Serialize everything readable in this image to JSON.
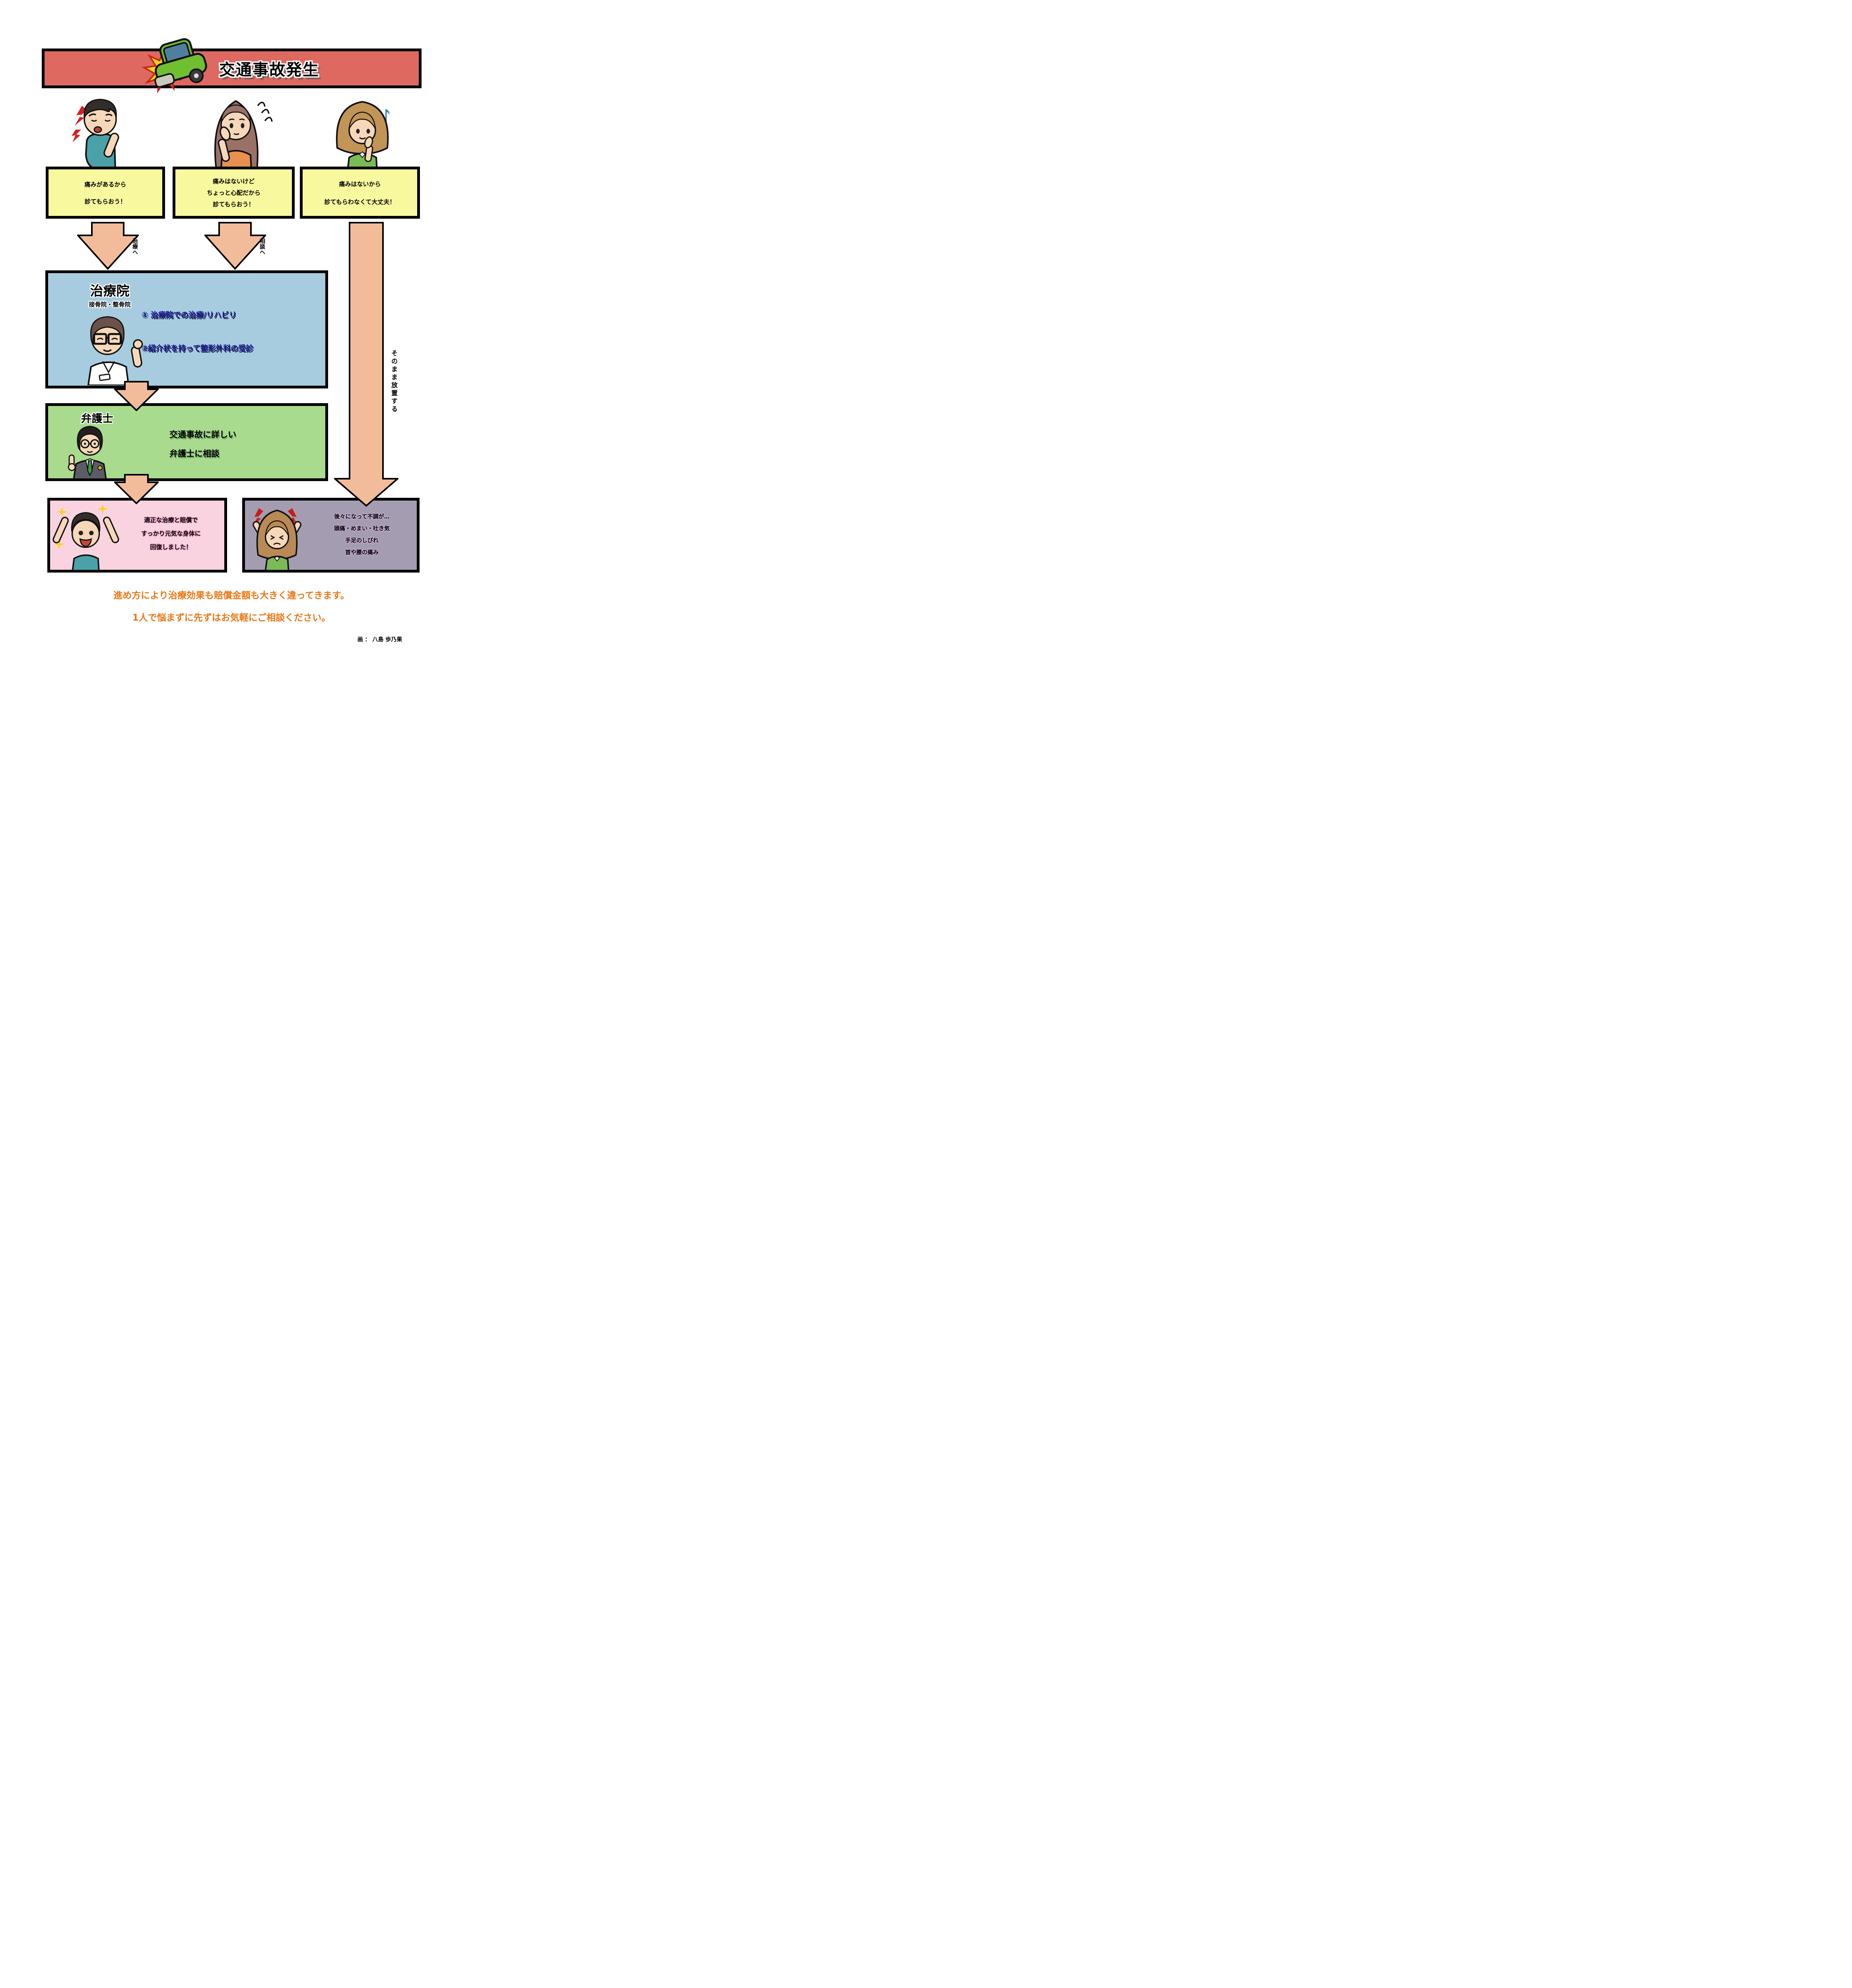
{
  "meta": {
    "kind": "traffic-accident-flowchart",
    "language": "ja"
  },
  "colors": {
    "banner_bg": "#de6961",
    "thought_bg": "#f8f89f",
    "clinic_bg": "#a7cce0",
    "clinic_item_text": "#1e1e96",
    "lawyer_bg": "#a8db8e",
    "recovery_bg": "#f9d3e0",
    "neglect_bg": "#a49db2",
    "arrow_fill": "#f2bc9b",
    "footer_text": "#e97613"
  },
  "banner": {
    "title": "交通事故発生"
  },
  "illustrations": {
    "banner": "crashed-car-icon",
    "person1": "injured-man-illustration",
    "person2": "worried-woman-illustration",
    "person3": "carefree-woman-illustration",
    "clinic": "doctor-illustration",
    "lawyer": "lawyer-illustration",
    "recovery": "happy-boy-illustration",
    "neglect": "distressed-girl-illustration"
  },
  "thoughts": [
    {
      "lines": [
        "痛みがあるから",
        "診てもらおう！"
      ]
    },
    {
      "lines": [
        "痛みはないけど",
        "ちょっと心配だから",
        "診てもらおう！"
      ]
    },
    {
      "lines": [
        "痛みはないから",
        "診てもらわなくて大丈夫！"
      ]
    }
  ],
  "arrows": {
    "treatment_label": "治療へ",
    "consult_label": "相談へ",
    "neglect_label": "そのまま放置する"
  },
  "clinic": {
    "title": "治療院",
    "subtitle": "接骨院・整骨院",
    "item1": "① 治療院での治療/リハビリ",
    "item2": "②紹介状を持って整形外科の受診"
  },
  "lawyer": {
    "title": "弁護士",
    "line1": "交通事故に詳しい",
    "line2": "弁護士に相談"
  },
  "recovery": {
    "lines": [
      "適正な治療と賠償で",
      "すっかり元気な身体に",
      "回復しました！"
    ]
  },
  "neglect_result": {
    "lines": [
      "後々になって不調が…",
      "頭痛・めまい・吐き気",
      "手足のしびれ",
      "首や腰の痛み"
    ]
  },
  "footer": {
    "line1": "進め方により治療効果も賠償金額も大きく違ってきます。",
    "line2": "1人で悩まずに先ずはお気軽にご相談ください。"
  },
  "credit": "画 ： 八島 歩乃果"
}
